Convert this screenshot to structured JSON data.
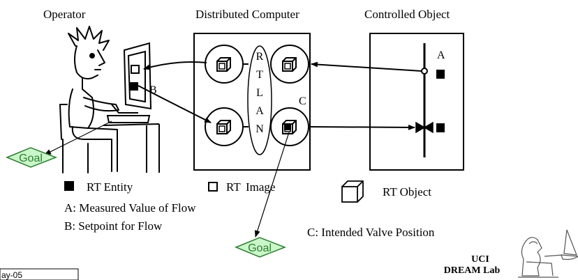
{
  "headings": {
    "operator": "Operator",
    "distributed_computer": "Distributed Computer",
    "controlled_object": "Controlled Object"
  },
  "rtlan_letters": [
    "R",
    "T",
    "L",
    "A",
    "N"
  ],
  "point_labels": {
    "a": "A",
    "b": "B",
    "c": "C"
  },
  "goal_labels": {
    "left": "Goal",
    "bottom": "Goal"
  },
  "legend": {
    "entity": "RT Entity",
    "image_prefix": "RT",
    "image_word": "Image",
    "object": "RT Object"
  },
  "notes": {
    "a": "A: Measured Value of Flow",
    "b": "B: Setpoint for Flow",
    "c": "C:  Intended Valve Position"
  },
  "footer": {
    "date_fragment": "ay-05",
    "lab_line1": "UCI",
    "lab_line2": "DREAM Lab"
  },
  "colors": {
    "goal_fill": "#c9f7c9",
    "goal_stroke": "#2e7d32",
    "ink": "#000000"
  }
}
